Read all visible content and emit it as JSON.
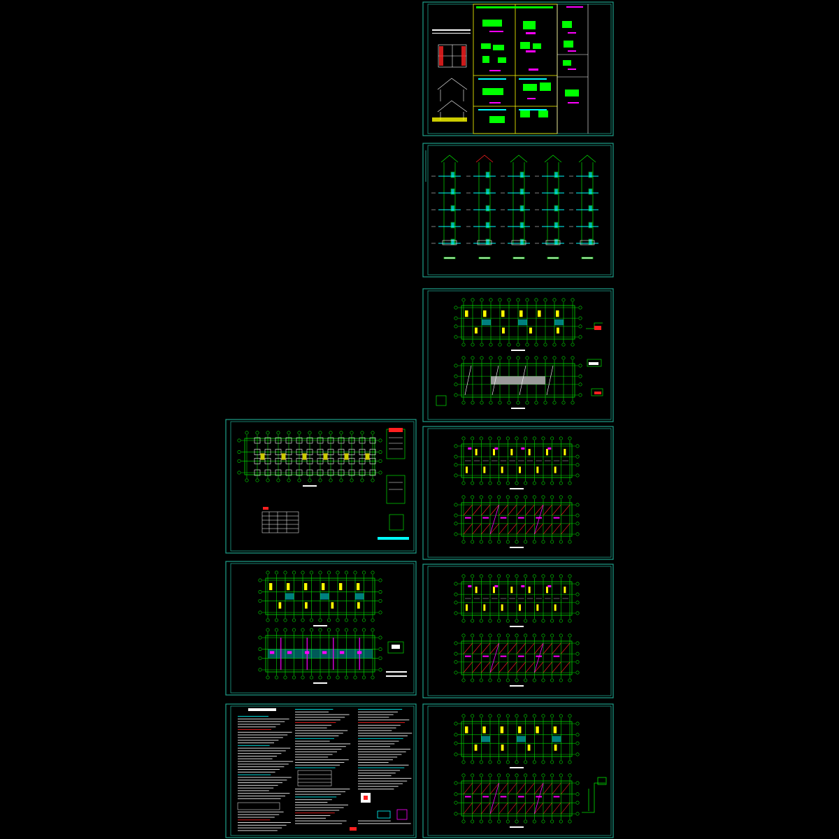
{
  "view": {
    "background": "#000000",
    "frame_color": "#1fa08a",
    "grid_color": "#00e000",
    "accent_yellow": "#ffff00",
    "accent_cyan": "#00ffff",
    "accent_magenta": "#ff00ff",
    "accent_red": "#ff2020",
    "accent_white": "#ffffff"
  },
  "sheets": [
    {
      "id": "s1",
      "kind": "details"
    },
    {
      "id": "s2",
      "kind": "sections"
    },
    {
      "id": "s3",
      "kind": "plans"
    },
    {
      "id": "s4",
      "kind": "foundation"
    },
    {
      "id": "s5",
      "kind": "plans-b"
    },
    {
      "id": "s6",
      "kind": "plans-c"
    },
    {
      "id": "s7",
      "kind": "plans-d"
    },
    {
      "id": "s8",
      "kind": "notes"
    },
    {
      "id": "s9",
      "kind": "plans-e"
    }
  ]
}
